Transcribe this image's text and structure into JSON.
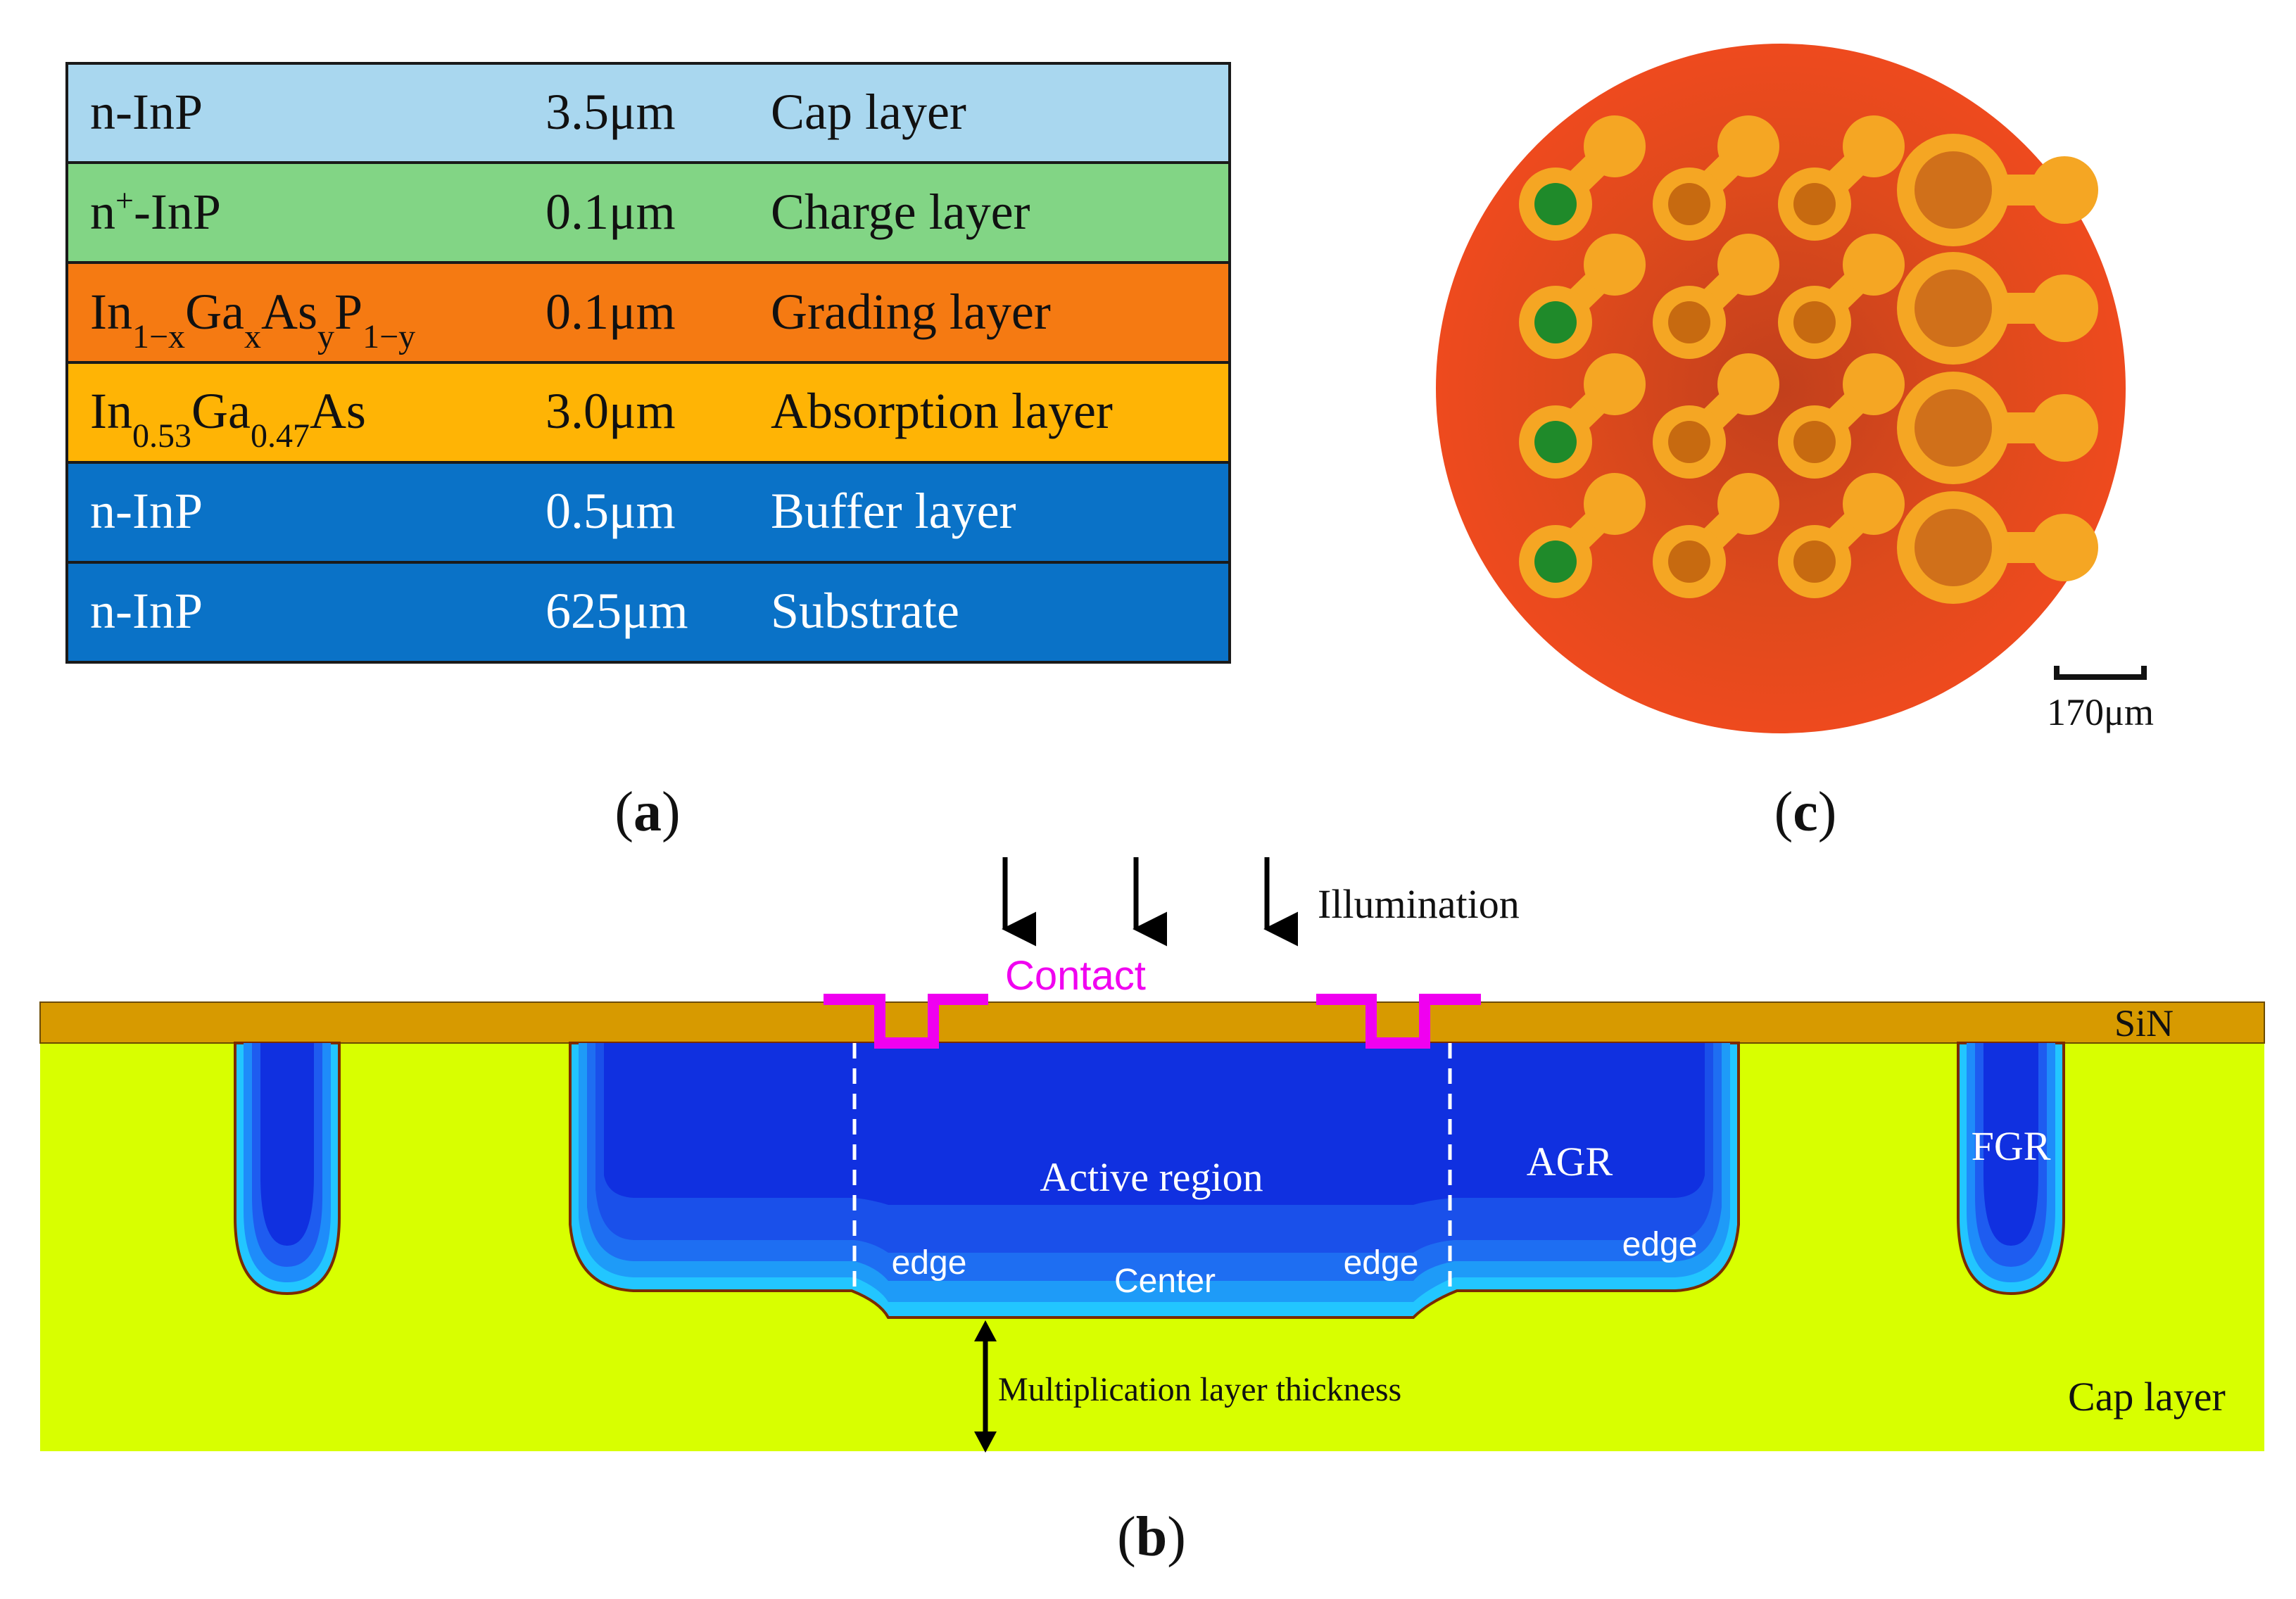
{
  "panel_a": {
    "label_open": "(",
    "label_letter": "a",
    "label_close": ")",
    "rows": [
      {
        "material": "n-InP",
        "thickness": "3.5μm",
        "role": "Cap layer",
        "color": "#A9D7EF"
      },
      {
        "material_html": "n<tspan baseline-shift='super' font-size='46'>+</tspan>-InP",
        "material": "n+-InP",
        "thickness": "0.1μm",
        "role": "Charge layer",
        "color": "#82D585"
      },
      {
        "material": "In1−xGaxAsyP1−y",
        "thickness": "0.1μm",
        "role": "Grading layer",
        "color": "#F57A12"
      },
      {
        "material": "In0.53Ga0.47As",
        "thickness": "3.0μm",
        "role": "Absorption layer",
        "color": "#FFB405"
      },
      {
        "material": "n-InP",
        "thickness": "0.5μm",
        "role": "Buffer layer",
        "color": "#0A72C7"
      },
      {
        "material": "n-InP",
        "thickness": "625μm",
        "role": "Substrate",
        "color": "#0A72C7"
      }
    ]
  },
  "panel_b": {
    "label_open": "(",
    "label_letter": "b",
    "label_close": ")",
    "illumination": "Illumination",
    "contact": "Contact",
    "sin": "SiN",
    "active_region": "Active region",
    "agr": "AGR",
    "fgr": "FGR",
    "edge_left": "edge",
    "center": "Center",
    "edge_right": "edge",
    "edge_agr": "edge",
    "multiplication": "Multiplication layer thickness",
    "cap_layer": "Cap layer",
    "colors": {
      "sin": "#D79A00",
      "cap": "#D8FF00",
      "contact": "#F000F0",
      "deep_blue": "#1030E0"
    }
  },
  "panel_c": {
    "label_open": "(",
    "label_letter": "c",
    "label_close": ")",
    "scale_bar": "170μm",
    "colors": {
      "wafer": "#E8401A",
      "pad": "#F5A623",
      "green": "#1F8A2A"
    }
  }
}
